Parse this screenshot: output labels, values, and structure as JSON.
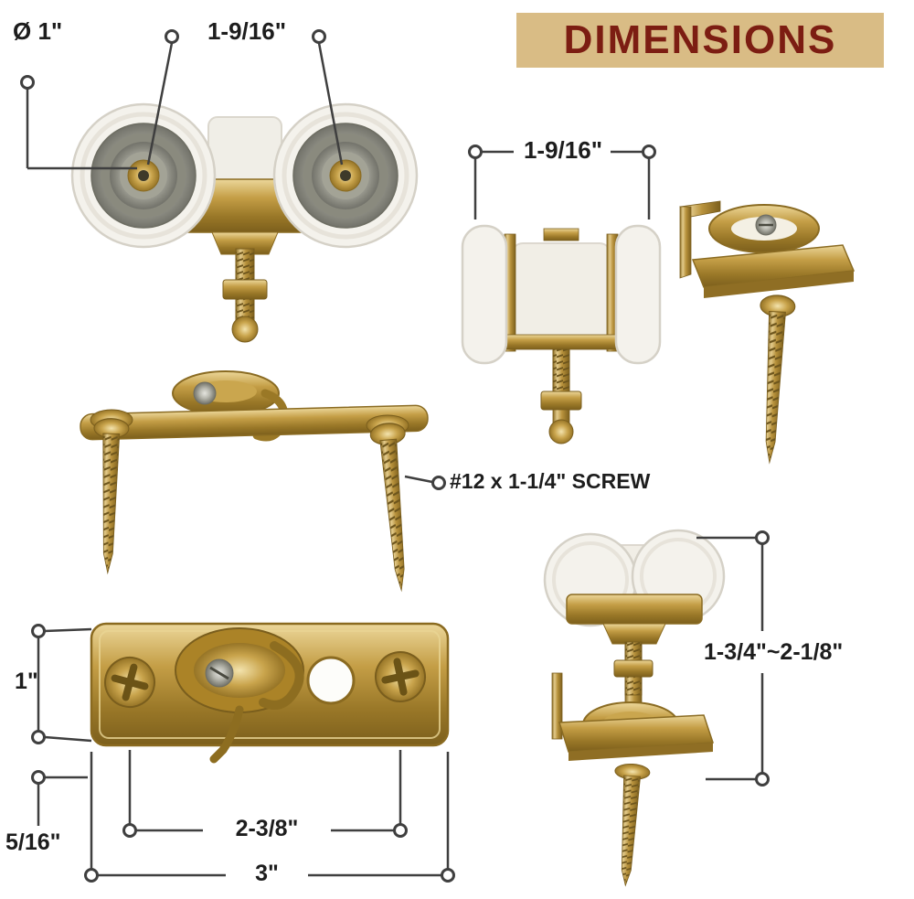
{
  "banner": {
    "title": "DIMENSIONS"
  },
  "labels": {
    "wheel_diameter": "Ø 1\"",
    "roller_width_front": "1-9/16\"",
    "roller_width_side": "1-9/16\"",
    "screw_spec": "#12 x 1-1/4\" SCREW",
    "plate_height": "1\"",
    "plate_thickness": "5/16\"",
    "screw_spacing": "2-3/8\"",
    "plate_width": "3\"",
    "adjustable_height": "1-3/4\"~2-1/8\""
  },
  "colors": {
    "background": "#ffffff",
    "banner_bg": "#d9bc85",
    "banner_text": "#7c1d12",
    "dimension_line": "#3f3f3f",
    "brass": "#b8923c",
    "steel": "#9a9a90",
    "wheel_white": "#f4f2ec"
  }
}
